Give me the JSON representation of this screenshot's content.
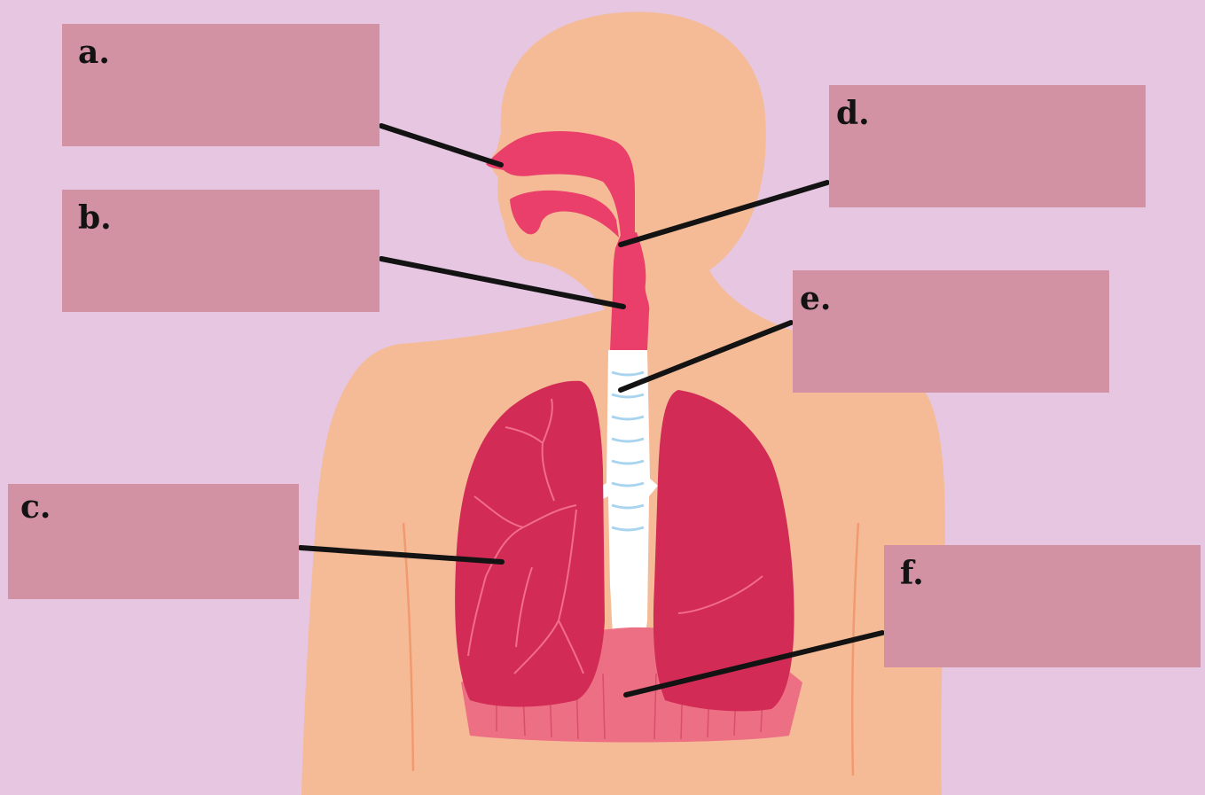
{
  "labels": {
    "a": "a.",
    "b": "b.",
    "c": "c.",
    "d": "d.",
    "e": "e.",
    "f": "f."
  },
  "colors": {
    "background": "#e6c6e0",
    "skin": "#f5bb97",
    "airway": "#ea3f6a",
    "lungs": "#d22b56",
    "trachea": "#ffffff",
    "diaphragm": "#ed6f84",
    "label_box": "#d392a4",
    "leader_line": "#131313"
  }
}
